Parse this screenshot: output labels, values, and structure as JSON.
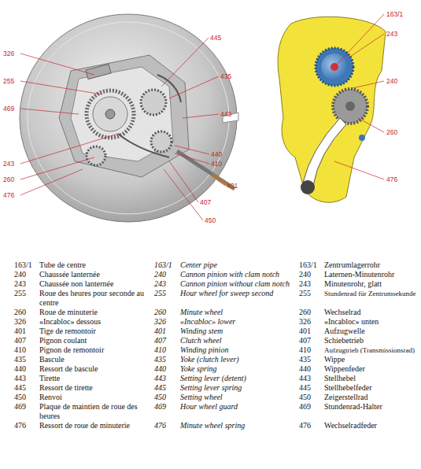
{
  "diagram": {
    "labels": [
      "326",
      "255",
      "469",
      "243",
      "260",
      "476",
      "445",
      "435",
      "443",
      "440",
      "410",
      "401",
      "407",
      "450",
      "163/1",
      "243",
      "240",
      "260",
      "476",
      "163/1",
      "Tube de centre",
      "163/1",
      "Center pipe",
      "163/1",
      "Zentrumlagerrohr",
      "240",
      "Chaussée lanternée",
      "240",
      "Cannon pinion with clam notch",
      "240",
      "Laternen-Minutenrohr",
      "243",
      "Chaussée non lanternée",
      "243",
      "Cannon pinion without clam notch",
      "243",
      "Minutenrohr, glatt",
      "255",
      "Roue des heures pour seconde au centre",
      "255",
      "Hour wheel for sweep second",
      "255",
      "Stundenrad für Zentrumsekunde",
      "260",
      "Roue de minuterie",
      "260",
      "Minute wheel",
      "260",
      "Wechselrad",
      "326",
      "«Incabloc» dessous",
      "326",
      "«Incabloc» lower",
      "326",
      "«Incabloc» unten",
      "401",
      "Tige de remontoir",
      "401",
      "Winding stem",
      "401",
      "Aufzugwelle",
      "407",
      "Pignon coulant",
      "407",
      "Clutch wheel",
      "407",
      "Schiebetrieb",
      "410",
      "Pignon de remontoir",
      "410",
      "Winding pinion",
      "410",
      "Aufzugtrieb (Transmissionsrad)",
      "435",
      "Bascule",
      "435",
      "Yoke (clutch lever)",
      "435",
      "Wippe",
      "440",
      "Ressort de bascule",
      "440",
      "Yoke spring",
      "440",
      "Wippenfeder",
      "443",
      "Tirette",
      "443",
      "Setting lever (detent)",
      "443",
      "Stellhebel",
      "445",
      "Ressort de tirette",
      "445",
      "Setting lever spring",
      "445",
      "Stellhebelfeder",
      "450",
      "Renvoi",
      "450",
      "Setting wheel",
      "450",
      "Zeigerstellrad",
      "469",
      "Plaque de maintien de roue des heures",
      "469",
      "Hour wheel guard",
      "469",
      "Stundenrad-Halter",
      "476",
      "Ressort de roue de minuterie",
      "476",
      "Minute wheel spring",
      "476",
      "Wechselradfeder"
    ]
  }
}
